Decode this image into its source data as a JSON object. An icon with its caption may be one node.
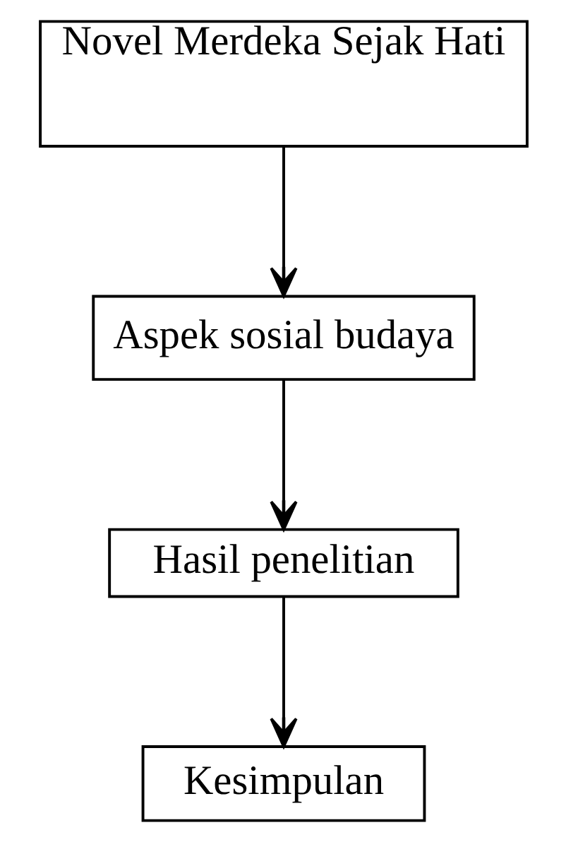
{
  "diagram": {
    "nodes": [
      {
        "text": [
          "Novel Merdeka Sejak Hati"
        ]
      },
      {
        "text": [
          "Aspek sosial budaya"
        ]
      },
      {
        "text": [
          "Hasil penelitian"
        ]
      },
      {
        "text": [
          "Kesimpulan"
        ]
      }
    ],
    "edges": [
      {
        "from": 0,
        "to": 1,
        "arrow": "to"
      },
      {
        "from": 1,
        "to": 2,
        "arrow": "to"
      },
      {
        "from": 2,
        "to": 3,
        "arrow": "to"
      }
    ]
  }
}
